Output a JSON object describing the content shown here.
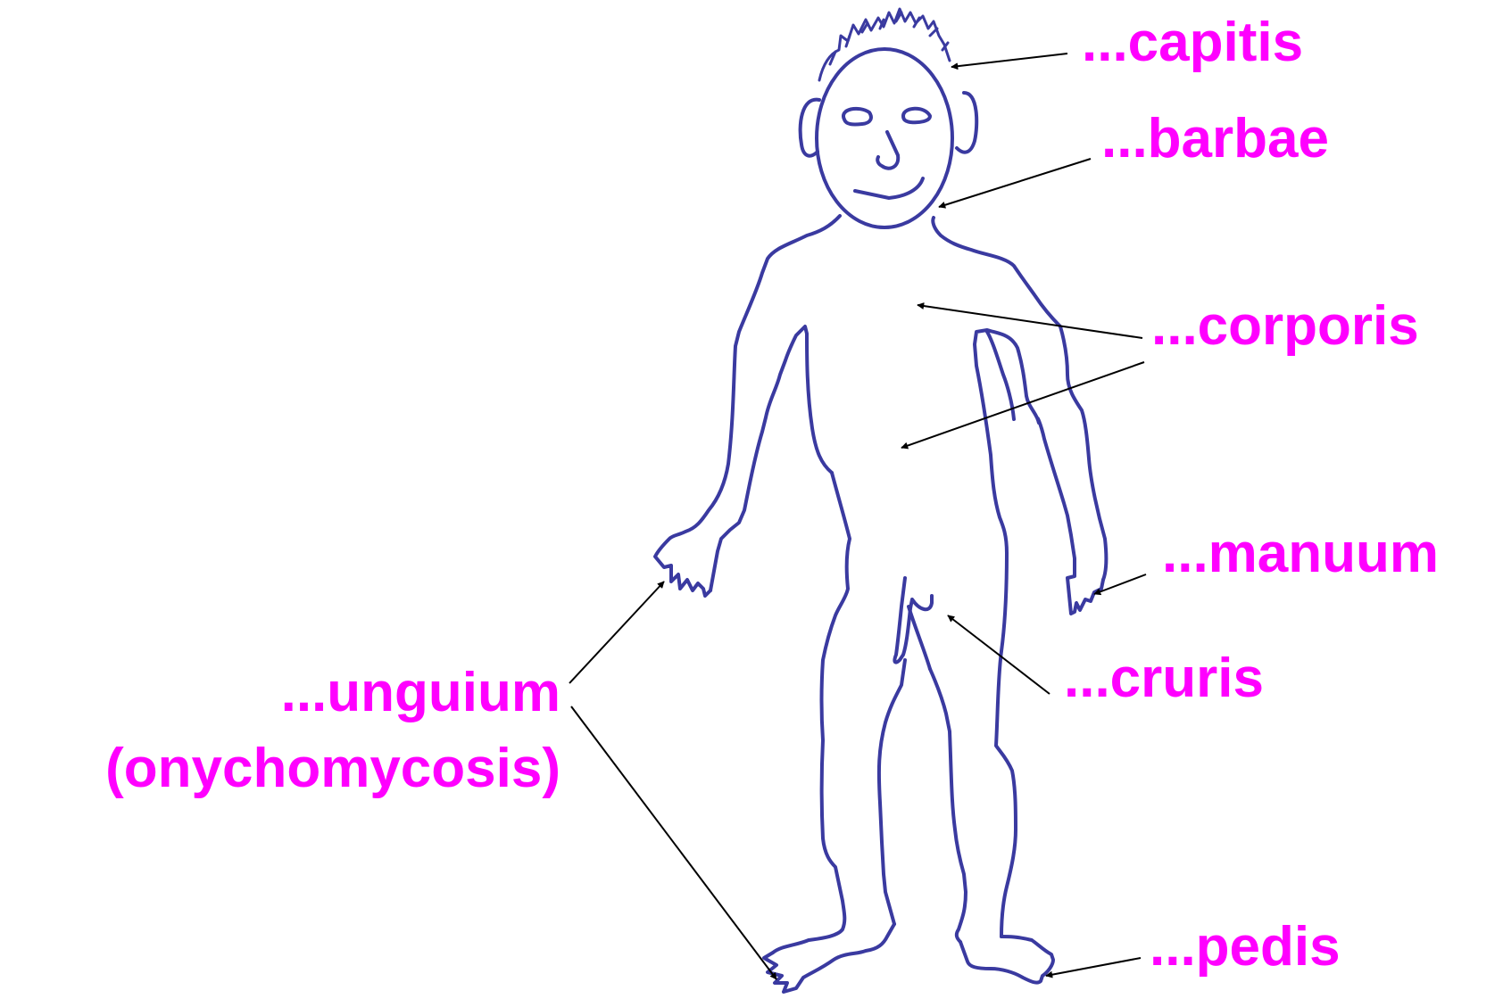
{
  "labels": {
    "capitis": "...capitis",
    "barbae": "...barbae",
    "corporis": "...corporis",
    "manuum": "...manuum",
    "cruris": "...cruris",
    "unguium": "...unguium",
    "onychomycosis": "(onychomycosis)",
    "pedis": "...pedis"
  },
  "colors": {
    "label": "#ff00ff",
    "figure_outline": "#3a3aa0",
    "arrow": "#000000",
    "background": "#ffffff"
  }
}
